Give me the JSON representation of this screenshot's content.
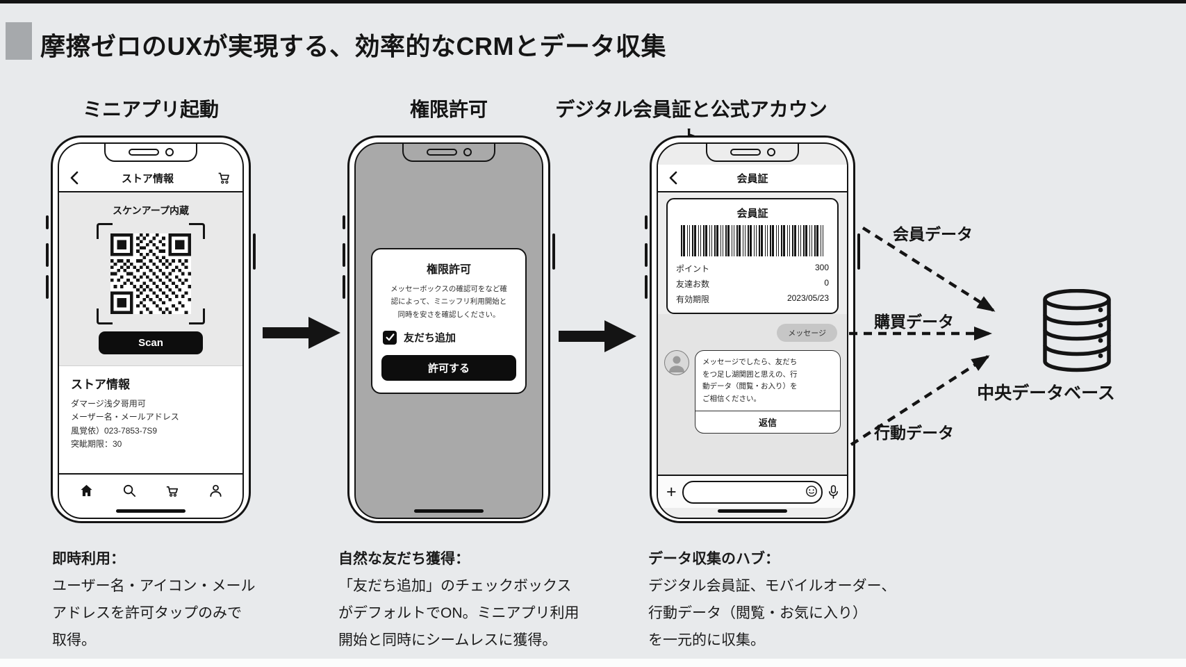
{
  "header": {
    "title": "摩擦ゼロのUXが実現する、効率的なCRMとデータ収集"
  },
  "columns": [
    {
      "title": "ミニアプリ起動"
    },
    {
      "title": "権限許可"
    },
    {
      "title": "デジタル会員証と公式アカウント"
    }
  ],
  "phone1": {
    "nav": {
      "title": "ストア情報"
    },
    "scan": {
      "label": "スケンアープ内蔵",
      "button": "Scan"
    },
    "store": {
      "title": "ストア情報",
      "lines": [
        "ダマージ浅夕哥用可",
        "メーザー名・メールアドレス",
        "風覚依）023-7853-7S9",
        "突眦期限：30"
      ]
    }
  },
  "phone2": {
    "modal": {
      "title": "権限許可",
      "body_lines": [
        "メッセーボックスの確認可をなど確",
        "認によって、ミニッフリ利用開始と",
        "同時を安さを確認しください。"
      ],
      "checkbox_label": "友だち追加",
      "button": "許可する"
    }
  },
  "phone3": {
    "nav": {
      "title": "会員証"
    },
    "card": {
      "title": "会員証",
      "rows": [
        {
          "label": "ポイント",
          "value": "300"
        },
        {
          "label": "友達お数",
          "value": "0"
        },
        {
          "label": "有効期限",
          "value": "2023/05/23"
        }
      ]
    },
    "chat": {
      "badge": "メッセージ",
      "bubble_lines": [
        "メッセージでしたら、友だち",
        "をつ足し湖関囲と思えの、行",
        "動データ（閲覧・お入り）を",
        "ご相信ください。"
      ],
      "reply": "返信",
      "plus": "+"
    }
  },
  "flow": {
    "labels": [
      "会員データ",
      "購買データ",
      "行動データ"
    ],
    "database": "中央データベース"
  },
  "captions": [
    {
      "title": "即時利用：",
      "lines": [
        "ユーザー名・アイコン・メール",
        "アドレスを許可タップのみで",
        "取得。"
      ]
    },
    {
      "title": "自然な友だち獲得：",
      "lines": [
        "「友だち追加」のチェックボックス",
        "がデフォルトでON。ミニアプリ利用",
        "開始と同時にシームレスに獲得。"
      ]
    },
    {
      "title": "データ収集のハブ：",
      "lines": [
        "デジタル会員証、モバイルオーダー、",
        "行動データ（閲覧・お気に入り）",
        "を一元的に収集。"
      ]
    }
  ]
}
